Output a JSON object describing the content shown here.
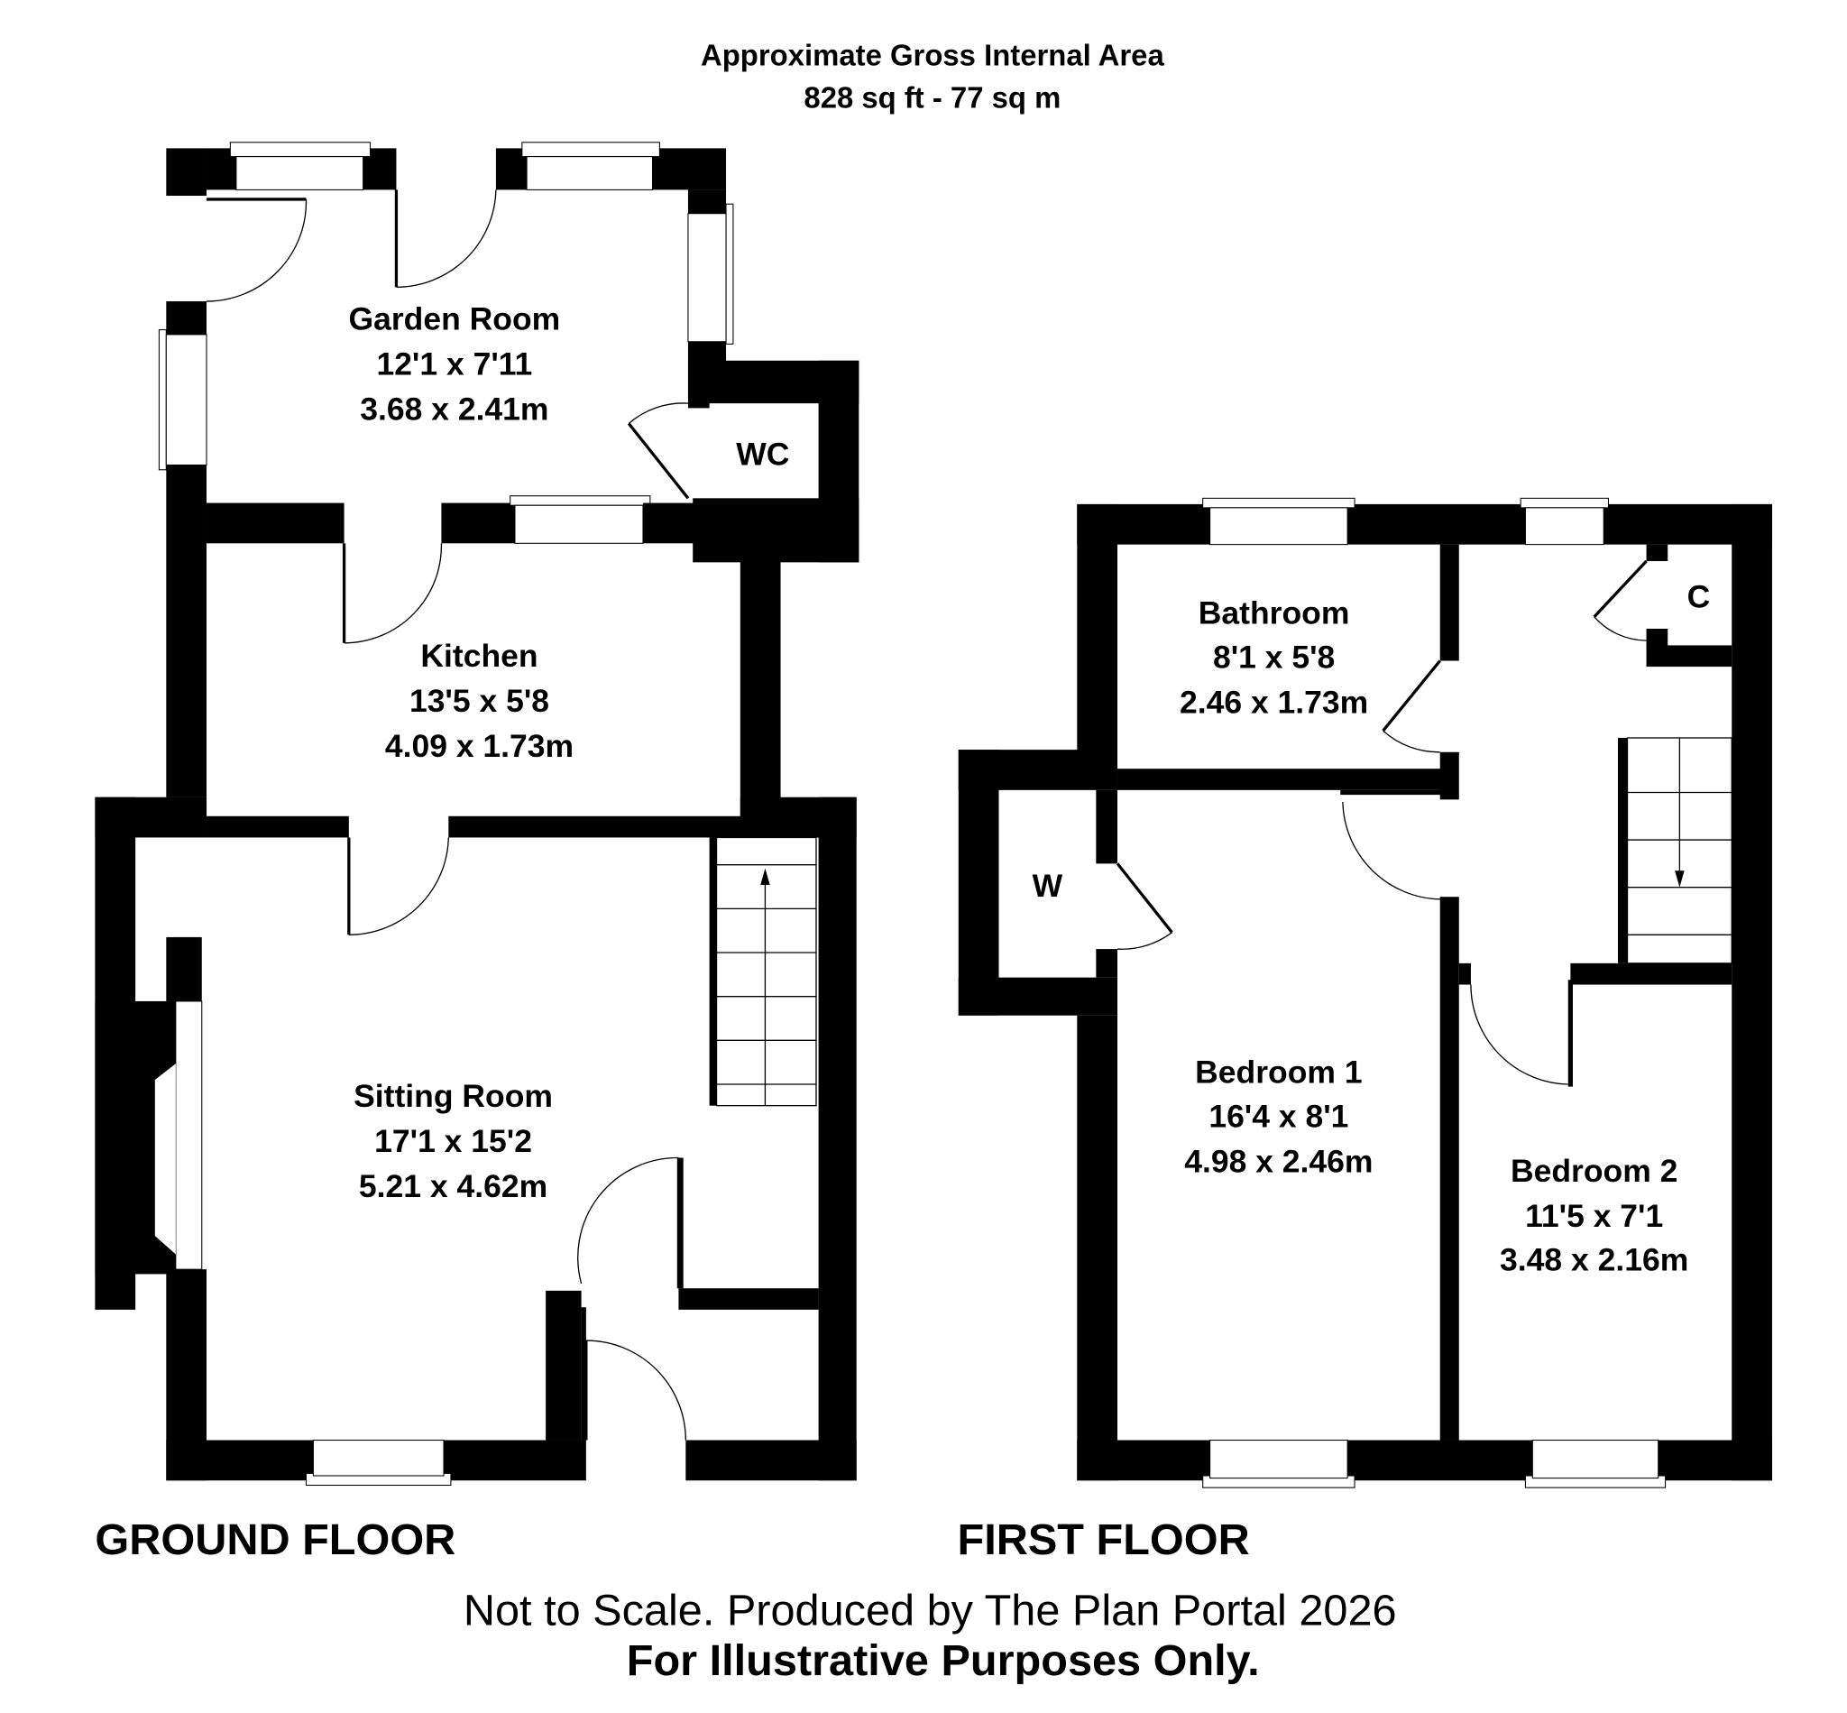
{
  "header": {
    "title": "Approximate Gross Internal Area",
    "area": "828 sq ft - 77 sq m"
  },
  "ground_floor": {
    "label": "GROUND FLOOR",
    "rooms": [
      {
        "name": "Garden Room",
        "imperial": "12'1 x 7'11",
        "metric": "3.68 x 2.41m"
      },
      {
        "name": "WC"
      },
      {
        "name": "Kitchen",
        "imperial": "13'5 x 5'8",
        "metric": "4.09 x 1.73m"
      },
      {
        "name": "Sitting Room",
        "imperial": "17'1 x 15'2",
        "metric": "5.21 x 4.62m"
      }
    ],
    "stairs_direction": "up"
  },
  "first_floor": {
    "label": "FIRST FLOOR",
    "rooms": [
      {
        "name": "Bathroom",
        "imperial": "8'1 x 5'8",
        "metric": "2.46 x 1.73m"
      },
      {
        "name": "C"
      },
      {
        "name": "W"
      },
      {
        "name": "Bedroom 1",
        "imperial": "16'4 x 8'1",
        "metric": "4.98 x 2.46m"
      },
      {
        "name": "Bedroom 2",
        "imperial": "11'5 x 7'1",
        "metric": "3.48 x 2.16m"
      }
    ],
    "stairs_direction": "down"
  },
  "footer": {
    "disclaimer": "Not to Scale. Produced by The Plan Portal 2026",
    "notice": "For Illustrative Purposes Only."
  },
  "colors": {
    "wall": "#000000",
    "background": "#ffffff"
  }
}
